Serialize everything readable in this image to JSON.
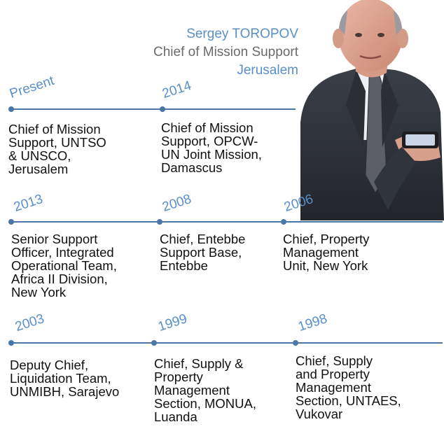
{
  "header": {
    "name": "Sergey TOROPOV",
    "role": "Chief of Mission Support",
    "location": "Jerusalem"
  },
  "colors": {
    "accent": "#5a8fc8",
    "line": "#4a76a8",
    "text": "#111111",
    "subtext": "#6b6b6b"
  },
  "timeline": {
    "row1": [
      {
        "year": "Present",
        "lines": [
          "Chief of Mission",
          "Support, UNTSO",
          "& UNSCO,",
          "Jerusalem"
        ]
      },
      {
        "year": "2014",
        "lines": [
          "Chief of Mission",
          "Support, OPCW-",
          "UN Joint Mission,",
          "Damascus"
        ]
      }
    ],
    "row2": [
      {
        "year": "2013",
        "lines": [
          "Senior Support",
          "Officer, Integrated",
          "Operational Team,",
          "Africa II Division,",
          "New York"
        ]
      },
      {
        "year": "2008",
        "lines": [
          "Chief, Entebbe",
          "Support Base,",
          "Entebbe"
        ]
      },
      {
        "year": "2006",
        "lines": [
          "Chief, Property",
          "Management",
          "Unit, New York"
        ]
      }
    ],
    "row3": [
      {
        "year": "2003",
        "lines": [
          "Deputy Chief,",
          "Liquidation Team,",
          "UNMIBH, Sarajevo"
        ]
      },
      {
        "year": "1999",
        "lines": [
          "Chief, Supply &",
          "Property",
          "Management",
          "Section, MONUA,",
          "Luanda"
        ]
      },
      {
        "year": "1998",
        "lines": [
          "Chief, Supply",
          "and Property",
          "Management",
          "Section, UNTAES,",
          "Vukovar"
        ]
      }
    ]
  },
  "photo": {
    "subject": "portrait-of-man-in-suit-holding-phone"
  }
}
